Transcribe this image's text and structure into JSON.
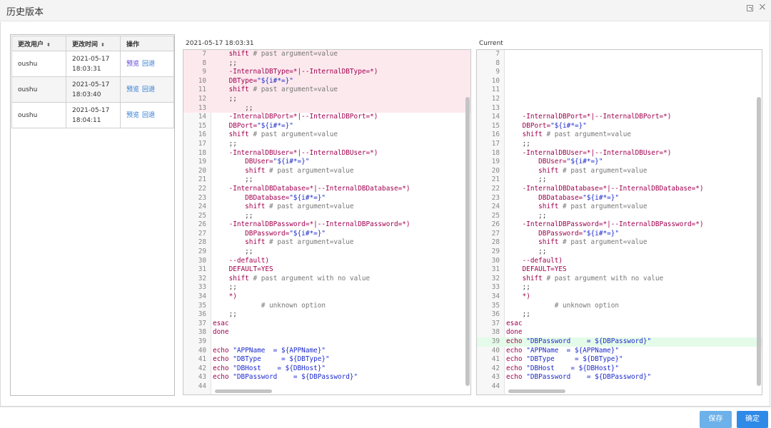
{
  "dialog": {
    "title": "历史版本",
    "buttons": {
      "save": "保存",
      "ok": "确定"
    }
  },
  "history": {
    "columns": [
      "更改用户",
      "更改时间",
      "操作"
    ],
    "sort_icon": "⬍",
    "rows": [
      {
        "user": "oushu",
        "date": "2021-05-17",
        "time": "18:03:31",
        "preview": "预览",
        "revert": "回退"
      },
      {
        "user": "oushu",
        "date": "2021-05-17",
        "time": "18:03:40",
        "preview": "预览",
        "revert": "回退"
      },
      {
        "user": "oushu",
        "date": "2021-05-17",
        "time": "18:04:11",
        "preview": "预览",
        "revert": "回退"
      }
    ]
  },
  "diff": {
    "left_title": "2021-05-17 18:03:31",
    "right_title": "Current",
    "left_lines": [
      {
        "n": "7",
        "t": "    shift # past argument=value",
        "k": "del"
      },
      {
        "n": "8",
        "t": "    ;;",
        "k": "del"
      },
      {
        "n": "9",
        "t": "    -InternalDBType=*|--InternalDBType=*)",
        "k": "del"
      },
      {
        "n": "10",
        "t": "    DBType=\"${i#*=}\"",
        "k": "del"
      },
      {
        "n": "11",
        "t": "    shift # past argument=value",
        "k": "del"
      },
      {
        "n": "12",
        "t": "    ;;",
        "k": "del"
      },
      {
        "n": "13",
        "t": "        ;;",
        "k": "del"
      },
      {
        "n": "14",
        "t": "    -InternalDBPort=*|--InternalDBPort=*)",
        "k": ""
      },
      {
        "n": "15",
        "t": "    DBPort=\"${i#*=}\"",
        "k": ""
      },
      {
        "n": "16",
        "t": "    shift # past argument=value",
        "k": ""
      },
      {
        "n": "17",
        "t": "    ;;",
        "k": ""
      },
      {
        "n": "18",
        "t": "    -InternalDBUser=*|--InternalDBUser=*)",
        "k": ""
      },
      {
        "n": "19",
        "t": "        DBUser=\"${i#*=}\"",
        "k": ""
      },
      {
        "n": "20",
        "t": "        shift # past argument=value",
        "k": ""
      },
      {
        "n": "21",
        "t": "        ;;",
        "k": ""
      },
      {
        "n": "22",
        "t": "    -InternalDBDatabase=*|--InternalDBDatabase=*)",
        "k": ""
      },
      {
        "n": "23",
        "t": "        DBDatabase=\"${i#*=}\"",
        "k": ""
      },
      {
        "n": "24",
        "t": "        shift # past argument=value",
        "k": ""
      },
      {
        "n": "25",
        "t": "        ;;",
        "k": ""
      },
      {
        "n": "26",
        "t": "    -InternalDBPassword=*|--InternalDBPassword=*)",
        "k": ""
      },
      {
        "n": "27",
        "t": "        DBPassword=\"${i#*=}\"",
        "k": ""
      },
      {
        "n": "28",
        "t": "        shift # past argument=value",
        "k": ""
      },
      {
        "n": "29",
        "t": "        ;;",
        "k": ""
      },
      {
        "n": "30",
        "t": "    --default)",
        "k": ""
      },
      {
        "n": "31",
        "t": "    DEFAULT=YES",
        "k": ""
      },
      {
        "n": "32",
        "t": "    shift # past argument with no value",
        "k": ""
      },
      {
        "n": "33",
        "t": "    ;;",
        "k": ""
      },
      {
        "n": "34",
        "t": "    *)",
        "k": ""
      },
      {
        "n": "35",
        "t": "            # unknown option",
        "k": ""
      },
      {
        "n": "36",
        "t": "    ;;",
        "k": ""
      },
      {
        "n": "37",
        "t": "esac",
        "k": ""
      },
      {
        "n": "38",
        "t": "done",
        "k": ""
      },
      {
        "n": "39",
        "t": "",
        "k": ""
      },
      {
        "n": "40",
        "t": "echo \"APPName  = ${APPName}\"",
        "k": ""
      },
      {
        "n": "41",
        "t": "echo \"DBType     = ${DBType}\"",
        "k": ""
      },
      {
        "n": "42",
        "t": "echo \"DBHost    = ${DBHost}\"",
        "k": ""
      },
      {
        "n": "43",
        "t": "echo \"DBPassword    = ${DBPassword}\"",
        "k": ""
      },
      {
        "n": "44",
        "t": "",
        "k": ""
      }
    ],
    "right_lines": [
      {
        "n": "7",
        "t": "",
        "k": ""
      },
      {
        "n": "8",
        "t": "",
        "k": ""
      },
      {
        "n": "9",
        "t": "",
        "k": ""
      },
      {
        "n": "10",
        "t": "",
        "k": ""
      },
      {
        "n": "11",
        "t": "",
        "k": ""
      },
      {
        "n": "12",
        "t": "",
        "k": ""
      },
      {
        "n": "13",
        "t": "",
        "k": ""
      },
      {
        "n": "14",
        "t": "    -InternalDBPort=*|--InternalDBPort=*)",
        "k": ""
      },
      {
        "n": "15",
        "t": "    DBPort=\"${i#*=}\"",
        "k": ""
      },
      {
        "n": "16",
        "t": "    shift # past argument=value",
        "k": ""
      },
      {
        "n": "17",
        "t": "    ;;",
        "k": ""
      },
      {
        "n": "18",
        "t": "    -InternalDBUser=*|--InternalDBUser=*)",
        "k": ""
      },
      {
        "n": "19",
        "t": "        DBUser=\"${i#*=}\"",
        "k": ""
      },
      {
        "n": "20",
        "t": "        shift # past argument=value",
        "k": ""
      },
      {
        "n": "21",
        "t": "        ;;",
        "k": ""
      },
      {
        "n": "22",
        "t": "    -InternalDBDatabase=*|--InternalDBDatabase=*)",
        "k": ""
      },
      {
        "n": "23",
        "t": "        DBDatabase=\"${i#*=}\"",
        "k": ""
      },
      {
        "n": "24",
        "t": "        shift # past argument=value",
        "k": ""
      },
      {
        "n": "25",
        "t": "        ;;",
        "k": ""
      },
      {
        "n": "26",
        "t": "    -InternalDBPassword=*|--InternalDBPassword=*)",
        "k": ""
      },
      {
        "n": "27",
        "t": "        DBPassword=\"${i#*=}\"",
        "k": ""
      },
      {
        "n": "28",
        "t": "        shift # past argument=value",
        "k": ""
      },
      {
        "n": "29",
        "t": "        ;;",
        "k": ""
      },
      {
        "n": "30",
        "t": "    --default)",
        "k": ""
      },
      {
        "n": "31",
        "t": "    DEFAULT=YES",
        "k": ""
      },
      {
        "n": "32",
        "t": "    shift # past argument with no value",
        "k": ""
      },
      {
        "n": "33",
        "t": "    ;;",
        "k": ""
      },
      {
        "n": "34",
        "t": "    *)",
        "k": ""
      },
      {
        "n": "35",
        "t": "            # unknown option",
        "k": ""
      },
      {
        "n": "36",
        "t": "    ;;",
        "k": ""
      },
      {
        "n": "37",
        "t": "esac",
        "k": ""
      },
      {
        "n": "38",
        "t": "done",
        "k": ""
      },
      {
        "n": "39",
        "t": "echo \"DBPassword    = ${DBPassword}\"",
        "k": "add"
      },
      {
        "n": "40",
        "t": "echo \"APPName  = ${APPName}\"",
        "k": ""
      },
      {
        "n": "41",
        "t": "echo \"DBType     = ${DBType}\"",
        "k": ""
      },
      {
        "n": "42",
        "t": "echo \"DBHost    = ${DBHost}\"",
        "k": ""
      },
      {
        "n": "43",
        "t": "echo \"DBPassword    = ${DBPassword}\"",
        "k": ""
      },
      {
        "n": "44",
        "t": "",
        "k": ""
      }
    ]
  },
  "colors": {
    "deleted_bg": "#fce9ee",
    "added_bg": "#e4fbe9",
    "primary_button": "#2e8ae6",
    "disabled_button": "#6cb1ea",
    "link": "#2b78d4"
  }
}
